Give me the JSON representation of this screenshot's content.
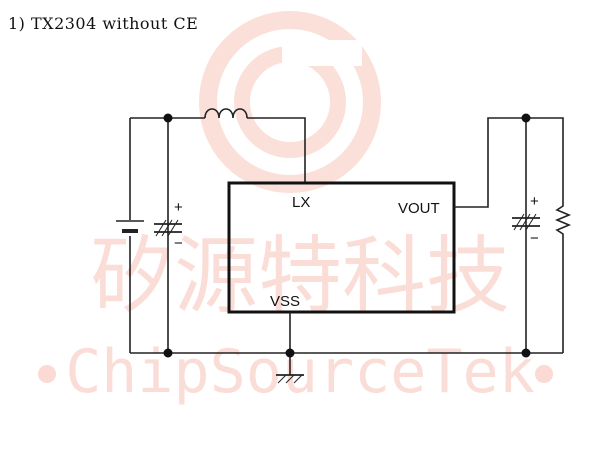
{
  "heading": "1) TX2304 without CE",
  "pins": {
    "lx": "LX",
    "vout": "VOUT",
    "vss": "VSS"
  },
  "polarity": {
    "input_cap_plus": "+",
    "input_cap_minus": "−",
    "output_cap_plus": "+",
    "output_cap_minus": "−"
  },
  "watermark": {
    "cn": "矽源特科技",
    "en": "ChipSourceTek"
  },
  "colors": {
    "watermark": "#f6c2b5",
    "wire": "#222222"
  }
}
